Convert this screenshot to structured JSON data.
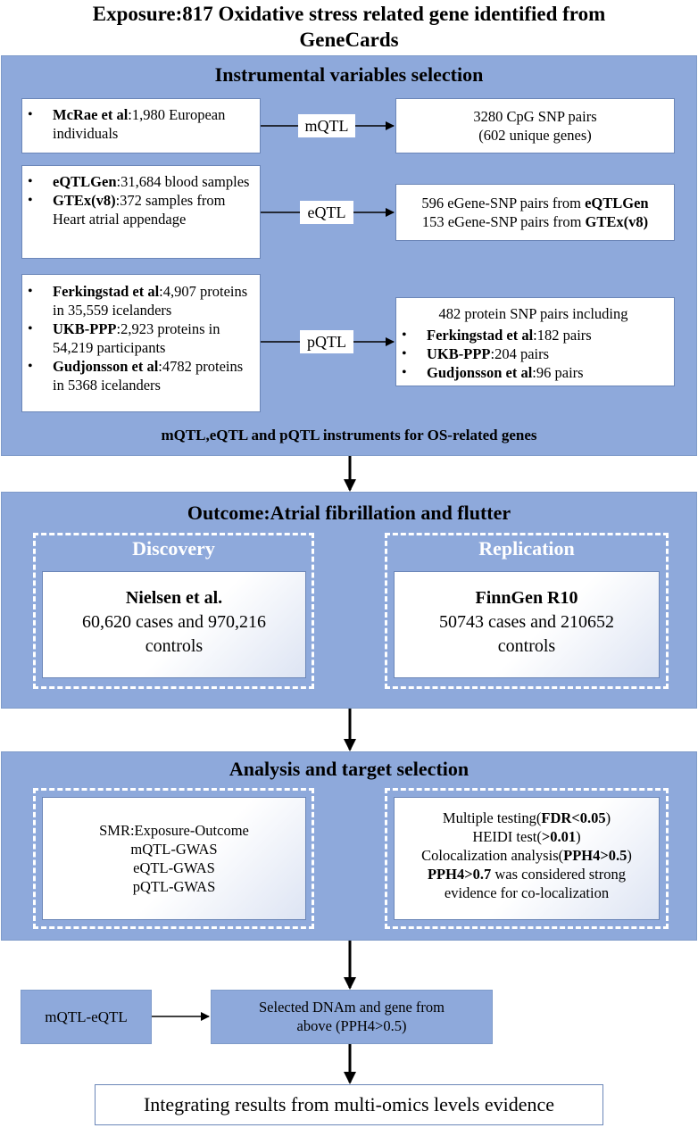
{
  "header": {
    "line1": "Exposure:817 Oxidative stress related gene identified from",
    "line2": "GeneCards"
  },
  "iv_panel": {
    "title": "Instrumental variables selection",
    "mqtl": {
      "src_name": "McRae et al",
      "src_rest": ":1,980 European individuals",
      "label": "mQTL",
      "out_line1": "3280 CpG SNP pairs",
      "out_line2": "(602 unique genes)"
    },
    "eqtl": {
      "src1_name": "eQTLGen",
      "src1_rest": ":31,684 blood samples",
      "src2_name": "GTEx(v8)",
      "src2_rest": ":372 samples from Heart atrial appendage",
      "label": "eQTL",
      "out1_pre": "596 eGene-SNP pairs from ",
      "out1_bold": "eQTLGen",
      "out2_pre": "153 eGene-SNP pairs from ",
      "out2_bold": "GTEx(v8)"
    },
    "pqtl": {
      "src1_name": "Ferkingstad et al",
      "src1_rest": ":4,907 proteins in 35,559 icelanders",
      "src2_name": "UKB-PPP",
      "src2_rest": ":2,923 proteins in 54,219 participants",
      "src3_name": "Gudjonsson et al",
      "src3_rest": ":4782 proteins in 5368 icelanders",
      "label": "pQTL",
      "out_head": "482 protein SNP pairs including",
      "out1_name": "Ferkingstad et al",
      "out1_rest": ":182 pairs",
      "out2_name": "UKB-PPP",
      "out2_rest": ":204 pairs",
      "out3_name": "Gudjonsson et al",
      "out3_rest": ":96 pairs"
    },
    "footer": "mQTL,eQTL and pQTL instruments for OS-related genes"
  },
  "outcome_panel": {
    "title": "Outcome:Atrial fibrillation and flutter",
    "discovery": {
      "label": "Discovery",
      "name": "Nielsen et al.",
      "line1": "60,620 cases and 970,216",
      "line2": "controls"
    },
    "replication": {
      "label": "Replication",
      "name": "FinnGen R10",
      "line1": "50743 cases and 210652",
      "line2": "controls"
    }
  },
  "analysis_panel": {
    "title": "Analysis and target selection",
    "smr_lines": [
      "SMR:Exposure-Outcome",
      "mQTL-GWAS",
      "eQTL-GWAS",
      "pQTL-GWAS"
    ],
    "criteria": {
      "c1_pre": "Multiple testing(",
      "c1_bold": "FDR<0.05",
      "c1_post": ")",
      "c2_pre": "HEIDI test(",
      "c2_bold": ">0.01",
      "c2_post": ")",
      "c3_pre": "Colocalization analysis(",
      "c3_bold": "PPH4>0.5",
      "c3_post": ")",
      "c4_bold": "PPH4>0.7",
      "c4_post": " was considered strong",
      "c5": "evidence for co-localization"
    }
  },
  "bottom": {
    "mqtl_eqtl": "mQTL-eQTL",
    "selected_line1": "Selected DNAm and gene  from",
    "selected_line2": "above (PPH4>0.5)",
    "final": "Integrating results from multi-omics levels evidence"
  },
  "colors": {
    "panel": "#8ea9db",
    "panel_border": "#7f9bc9",
    "box_border": "#6b86b8"
  }
}
